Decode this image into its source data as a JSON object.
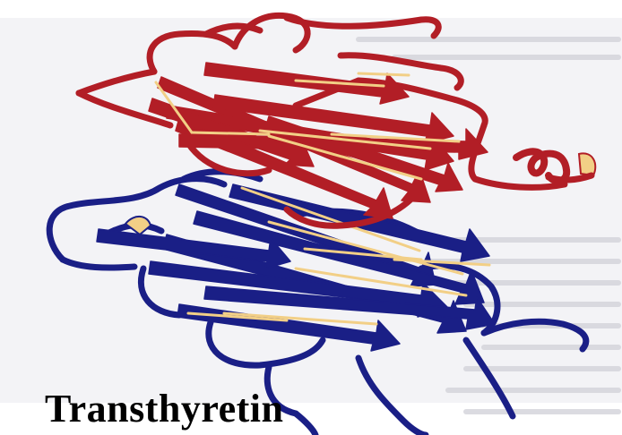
{
  "figure": {
    "caption": "Transthyretin",
    "subunits": [
      {
        "name": "upper-subunit",
        "color": "#b21e26",
        "strand_count": 8,
        "helix_count": 1
      },
      {
        "name": "lower-subunit",
        "color": "#1a1f86",
        "strand_count": 8,
        "helix_count": 0
      }
    ],
    "strand_edge_color": "#f2cf86",
    "background_color": "#f3f3f5",
    "faded_text_color": "#c9c9cf"
  }
}
